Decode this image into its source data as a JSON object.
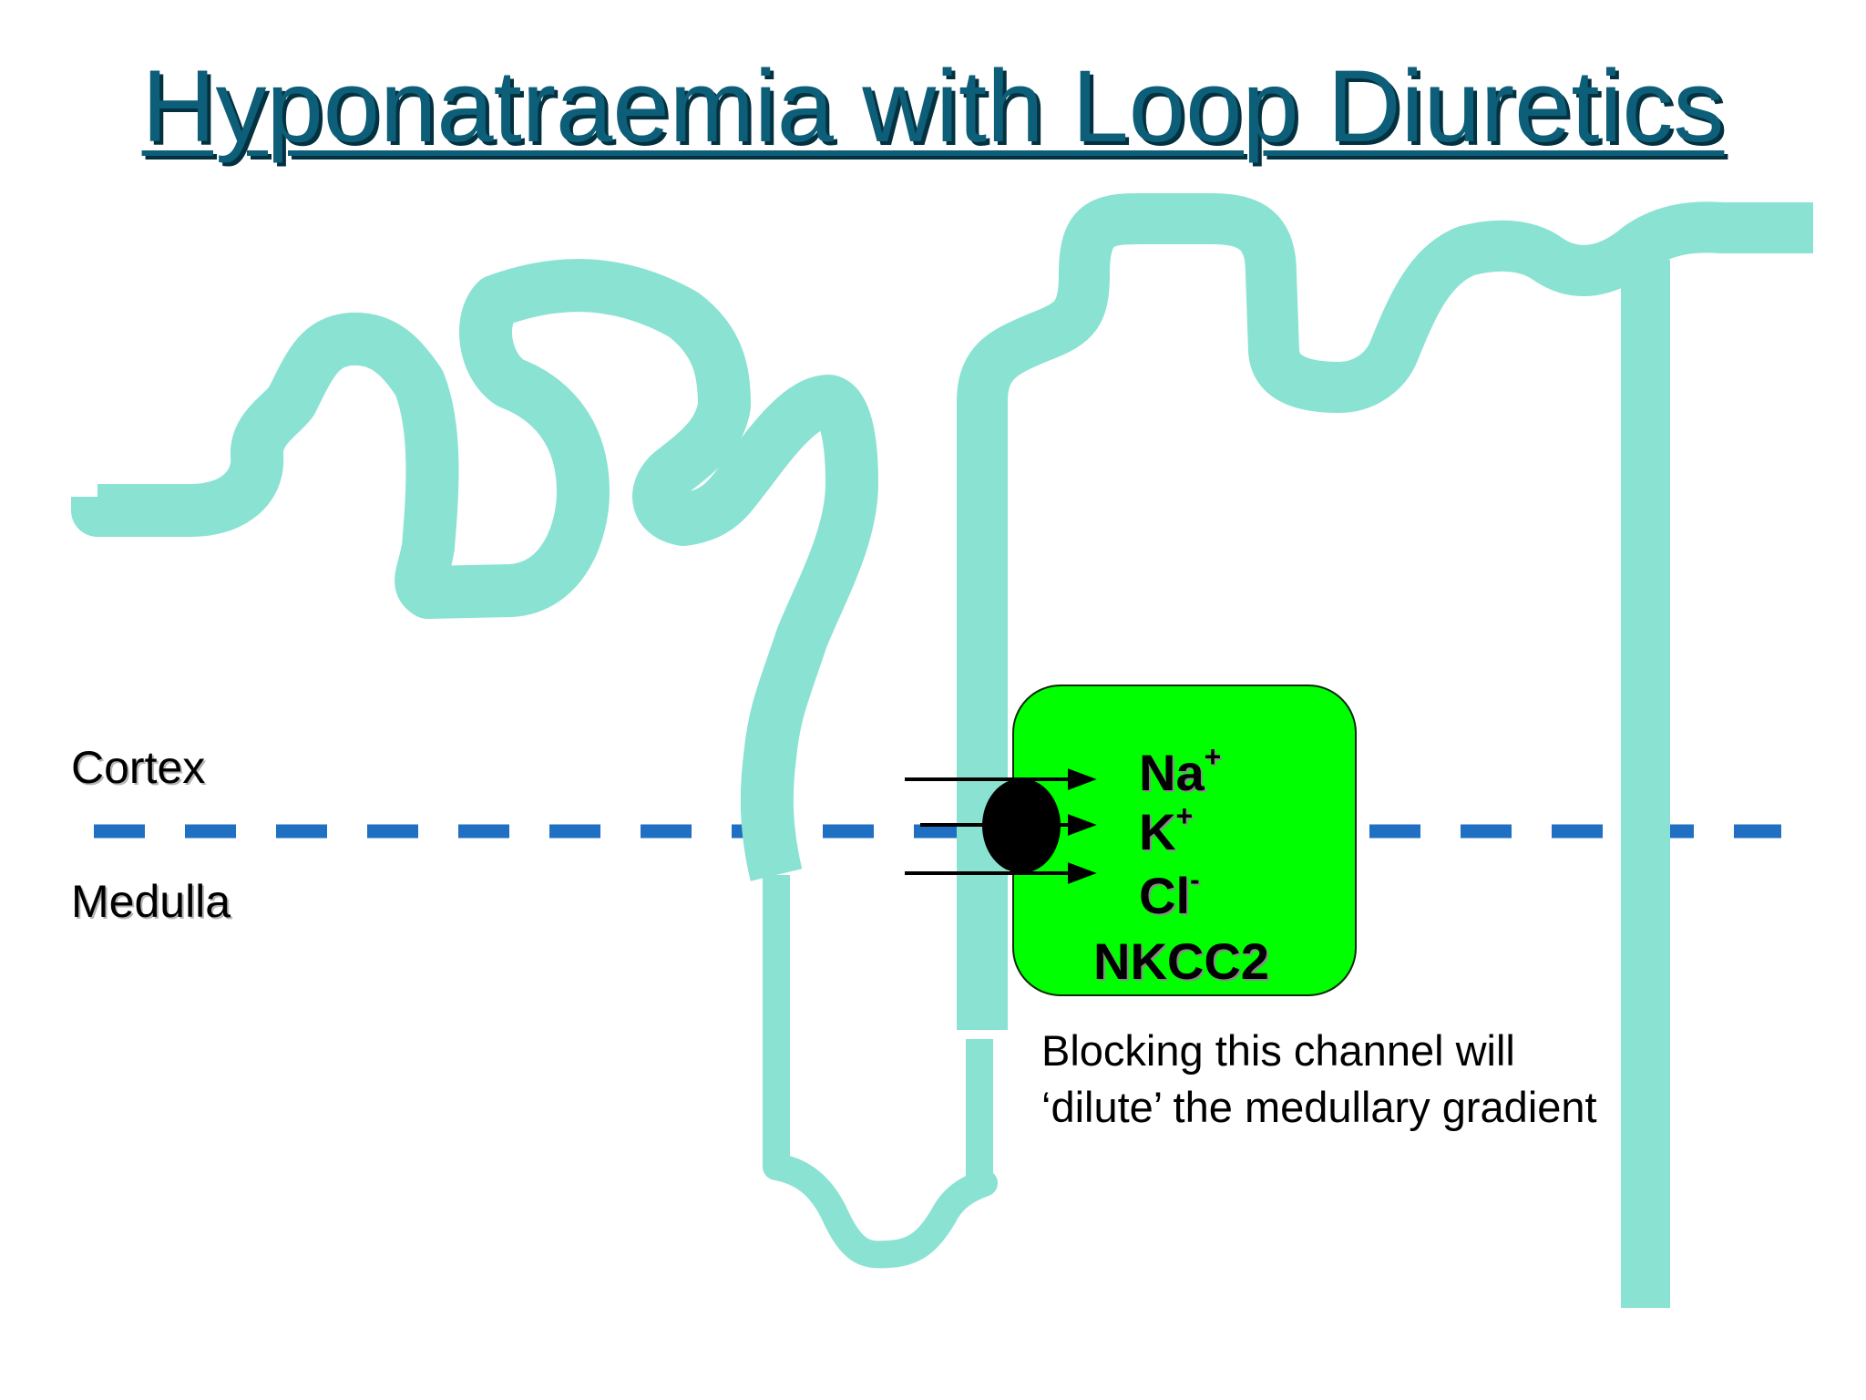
{
  "title": "Hyponatraemia with Loop Diuretics",
  "labels": {
    "cortex": "Cortex",
    "medulla": "Medulla"
  },
  "transporter": {
    "name": "NKCC2",
    "ions": [
      {
        "symbol": "Na",
        "charge": "+"
      },
      {
        "symbol": "K",
        "charge": "+"
      },
      {
        "symbol": "Cl",
        "charge": "-"
      }
    ]
  },
  "note": "Blocking this channel will ‘dilute’ the medullary gradient",
  "colors": {
    "tubule": "#8ae2d2",
    "boundary": "#1f6fc2",
    "transporter_box": "#00ff00",
    "title": "#0d5e78"
  }
}
